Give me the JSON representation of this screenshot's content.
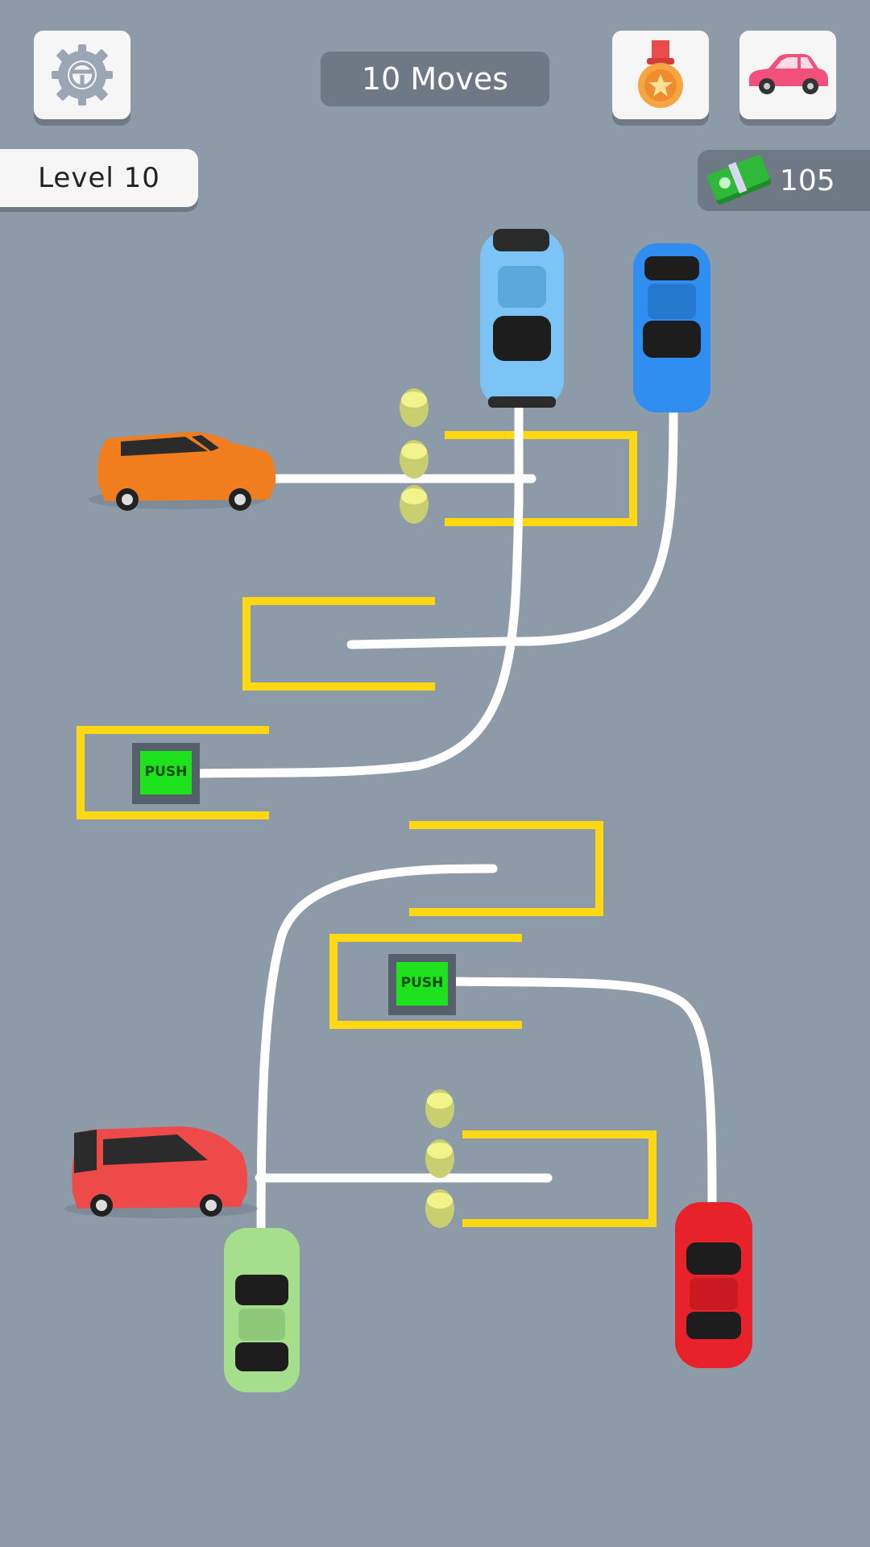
{
  "hud": {
    "moves_label": "10 Moves",
    "level_label": "Level 10",
    "cash_value": "105",
    "settings_icon": "steering-wheel-icon",
    "medal_icon": "medal-icon",
    "garage_icon": "car-icon"
  },
  "board": {
    "push_button_label": "PUSH",
    "cars": [
      {
        "name": "orange-car",
        "color": "#f07d1e"
      },
      {
        "name": "light-blue-car",
        "color": "#7cc4f5"
      },
      {
        "name": "blue-car",
        "color": "#2f8ef0"
      },
      {
        "name": "red-car-left",
        "color": "#ef4a4a"
      },
      {
        "name": "light-green-car",
        "color": "#a6df8c"
      },
      {
        "name": "red-car-right",
        "color": "#e8222a"
      }
    ],
    "colors": {
      "background": "#8d9aa8",
      "parking_line": "#ffd812",
      "path": "#ffffff",
      "push_button": "#1fe21f"
    }
  }
}
